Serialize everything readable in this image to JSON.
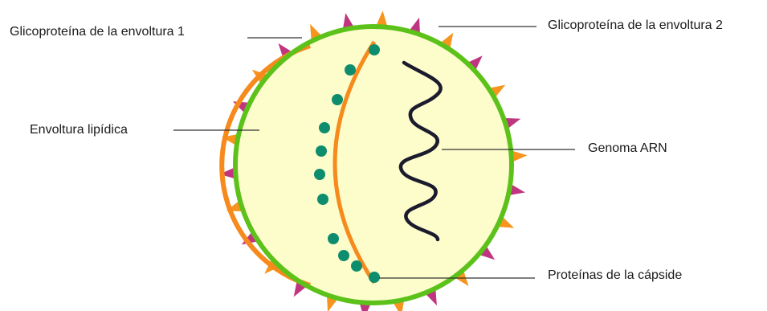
{
  "labels": {
    "glycoprotein_1": "Glicoproteína de la envoltura 1",
    "glycoprotein_2": "Glicoproteína de la envoltura 2",
    "lipid_envelope": "Envoltura lipídica",
    "rna_genome": "Genoma ARN",
    "capsid_proteins": "Proteínas de la cápside"
  },
  "colors": {
    "envelope_outline": "#5cc21a",
    "inner_fill": "#fdfccb",
    "lipid_band": "#f68a1c",
    "spike_orange": "#f7941d",
    "spike_magenta": "#c0357f",
    "capsid_protein": "#0d8d6e",
    "rna": "#1b1b2e",
    "leader_line": "#333333"
  },
  "icons": {
    "spikes": "triangle-spike",
    "lipid_particles": "diamond",
    "capsid_proteins": "dot",
    "genome": "wavy-line"
  }
}
